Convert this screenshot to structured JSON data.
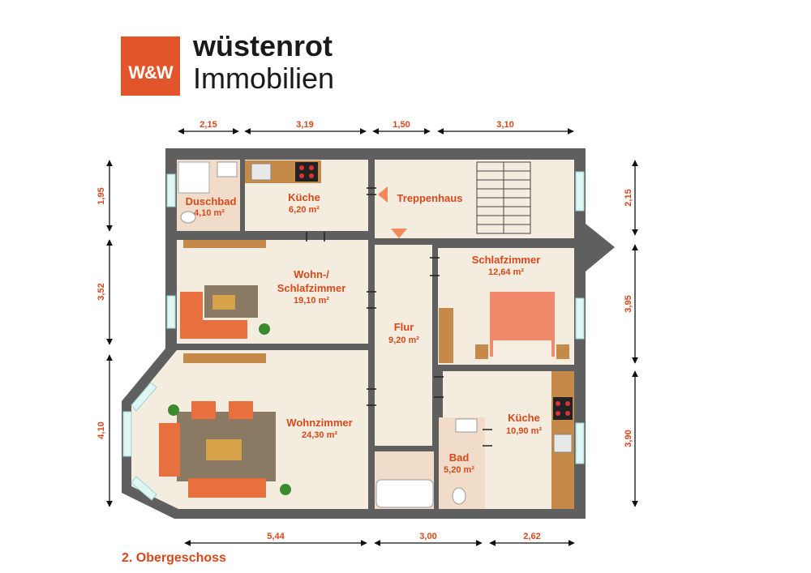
{
  "brand": {
    "logo_text": "W&W",
    "line1": "wüstenrot",
    "line2": "Immobilien",
    "color": "#e4542b"
  },
  "floor_label": "2. Obergeschoss",
  "dims": {
    "top": [
      "2,15",
      "3,19",
      "1,50",
      "3,10"
    ],
    "bottom": [
      "5,44",
      "3,00",
      "2,62"
    ],
    "left": [
      "1,95",
      "3,52",
      "4,10"
    ],
    "right": [
      "2,15",
      "3,95",
      "3,90"
    ]
  },
  "rooms": [
    {
      "name": "Duschbad",
      "area": "4,10 m²"
    },
    {
      "name": "Küche",
      "area": "6,20 m²"
    },
    {
      "name": "Treppenhaus",
      "area": ""
    },
    {
      "name": "Schlafzimmer",
      "area": "12,64 m²"
    },
    {
      "name_line1": "Wohn-/",
      "name_line2": "Schlafzimmer",
      "area": "19,10 m²"
    },
    {
      "name": "Flur",
      "area": "9,20 m²"
    },
    {
      "name": "Wohnzimmer",
      "area": "24,30 m²"
    },
    {
      "name": "Küche",
      "area": "10,90 m²"
    },
    {
      "name": "Bad",
      "area": "5,20 m²"
    }
  ],
  "colors": {
    "wall": "#5f5f5f",
    "floor": "#f4ecde",
    "tile": "#f1dcc9",
    "accent": "#d9481b",
    "furniture": "#e8703f"
  }
}
